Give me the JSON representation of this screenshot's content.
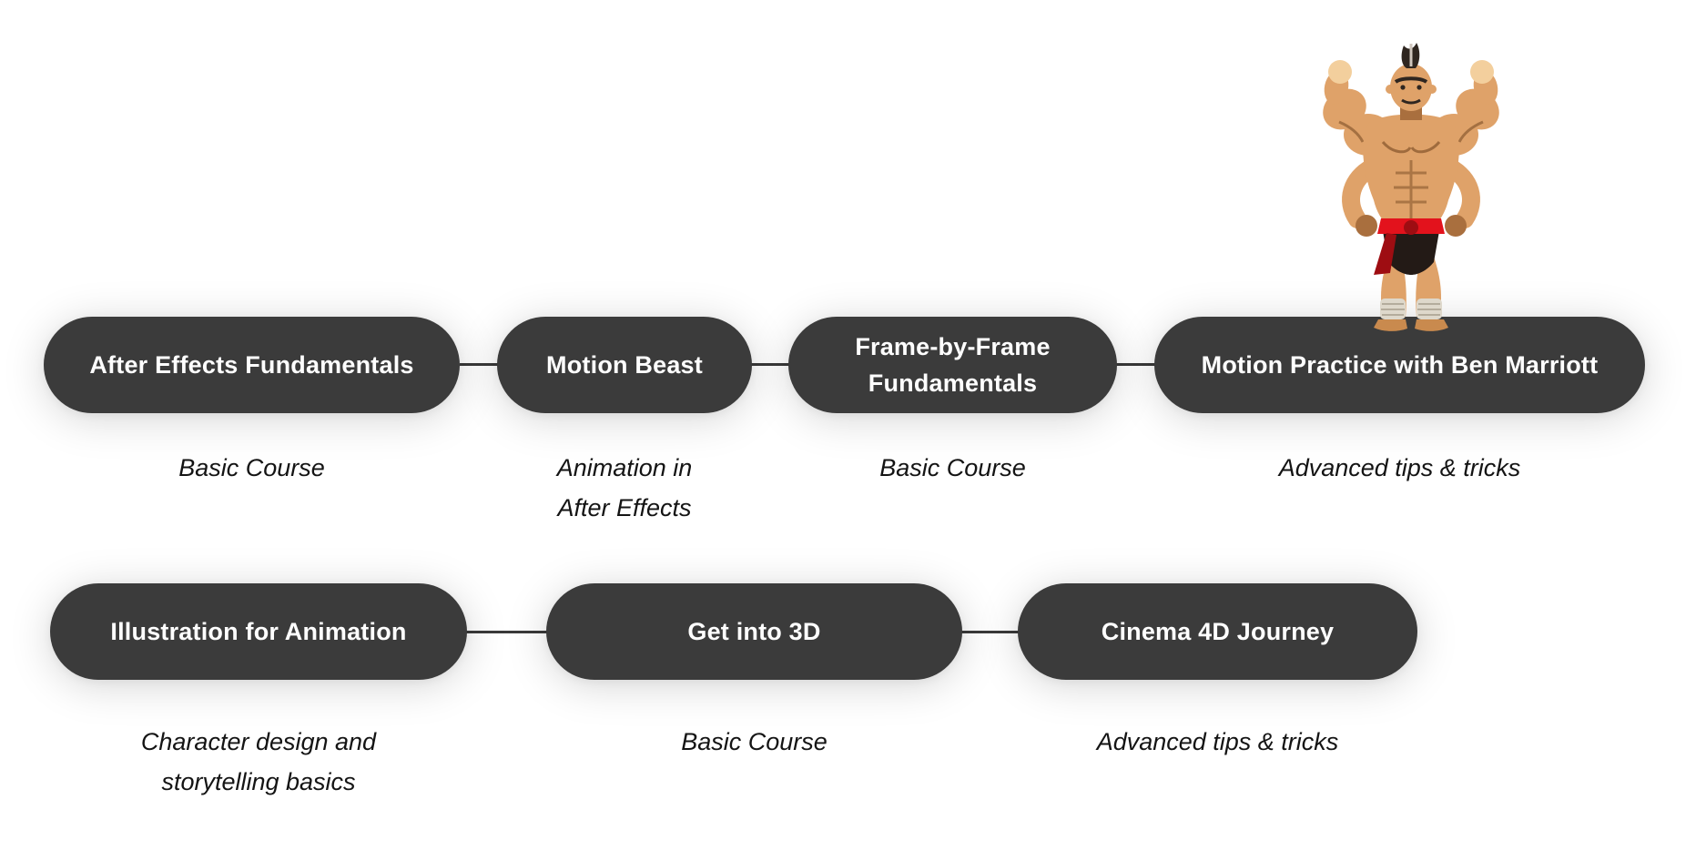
{
  "colors": {
    "page_bg": "#ffffff",
    "node_bg": "#3b3b3b",
    "node_text": "#ffffff",
    "caption_text": "#141414",
    "connector": "#3a3a3a"
  },
  "rows": [
    {
      "nodes": [
        {
          "label": "After Effects Fundamentals",
          "caption_lines": [
            "Basic Course"
          ]
        },
        {
          "label": "Motion Beast",
          "caption_lines": [
            "Animation in",
            "After Effects"
          ]
        },
        {
          "label": "Frame-by-Frame Fundamentals",
          "label_lines": [
            "Frame-by-Frame",
            "Fundamentals"
          ],
          "caption_lines": [
            "Basic Course"
          ]
        },
        {
          "label": "Motion Practice with Ben Marriott",
          "caption_lines": [
            "Advanced tips & tricks"
          ]
        }
      ]
    },
    {
      "nodes": [
        {
          "label": "Illustration for Animation",
          "caption_lines": [
            "Character design and",
            "storytelling basics"
          ]
        },
        {
          "label": "Get into 3D",
          "caption_lines": [
            "Basic Course"
          ]
        },
        {
          "label": "Cinema 4D Journey",
          "caption_lines": [
            "Advanced tips & tricks"
          ]
        }
      ]
    }
  ],
  "mascot": {
    "description": "Pixel-art four-armed muscular fighter flexing both upper arms, red sash, dark briefs, white shin wraps",
    "colors": {
      "skin": "#dfa269",
      "skin_dark": "#a96f3e",
      "skin_light": "#f3cf9d",
      "hair": "#2f2620",
      "hair_light": "#cfc6bd",
      "sash": "#e3121c",
      "sash_dark": "#9e0d12",
      "briefs": "#231a16",
      "wrap": "#ded8cb",
      "foot": "#c98a4e"
    }
  }
}
